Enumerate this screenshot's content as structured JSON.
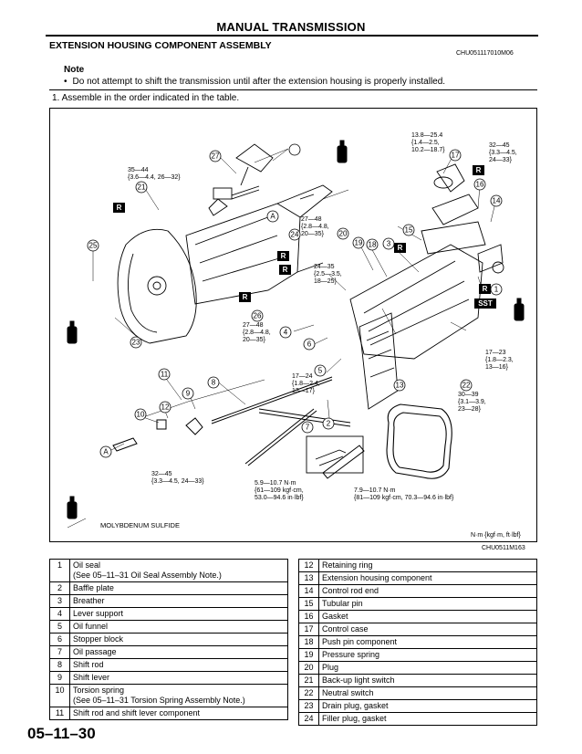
{
  "header": {
    "title": "MANUAL TRANSMISSION",
    "section_title": "EXTENSION HOUSING COMPONENT ASSEMBLY",
    "doc_code": "CHU051117010M06"
  },
  "note": {
    "label": "Note",
    "text": "Do not attempt to shift the transmission until after the extension housing is properly installed."
  },
  "step": "1. Assemble in the order indicated in the table.",
  "diagram": {
    "figure_code": "CHU0511M163",
    "unit_legend": "N·m {kgf·m, ft·lbf}",
    "lubricant_legend": "MOLYBDENUM SULFIDE",
    "r_marker": "R",
    "sst_marker": "SST",
    "a_marker": "A",
    "torques": {
      "t35_44": [
        "35—44",
        "{3.6—4.4, 26—32}"
      ],
      "t13_8": [
        "13.8—25.4",
        "{1.4—2.5,",
        "10.2—18.7}"
      ],
      "t32_45_top": [
        "32—45",
        "{3.3—4.5,",
        "24—33}"
      ],
      "t27_48_a": [
        "27—48",
        "{2.8—4.8,",
        "20—35}"
      ],
      "t24_35": [
        "24—35",
        "{2.5—3.5,",
        "18—25}"
      ],
      "t27_48_b": [
        "27—48",
        "{2.8—4.8,",
        "20—35}"
      ],
      "t17_23": [
        "17—23",
        "{1.8—2.3,",
        "13—16}"
      ],
      "t17_24": [
        "17—24",
        "{1.8—2.4,",
        "13—17}"
      ],
      "t30_39": [
        "30—39",
        "{3.1—3.9,",
        "23—28}"
      ],
      "t32_45_bottom": [
        "32—45",
        "{3.3—4.5, 24—33}"
      ],
      "t5_9": [
        "5.9—10.7 N·m",
        "{61—109 kgf·cm,",
        "53.0—94.6 in·lbf}"
      ],
      "t7_9": [
        "7.9—10.7 N·m",
        "{81—109 kgf·cm, 70.3—94.6 in·lbf}"
      ]
    },
    "callouts": [
      "1",
      "2",
      "3",
      "4",
      "5",
      "6",
      "7",
      "8",
      "9",
      "10",
      "11",
      "12",
      "13",
      "14",
      "15",
      "16",
      "17",
      "18",
      "19",
      "20",
      "21",
      "22",
      "23",
      "24",
      "25",
      "26",
      "27"
    ]
  },
  "parts_left": [
    {
      "no": "1",
      "name": "Oil seal",
      "sub": "(See 05–11–31 Oil Seal Assembly Note.)"
    },
    {
      "no": "2",
      "name": "Baffle plate"
    },
    {
      "no": "3",
      "name": "Breather"
    },
    {
      "no": "4",
      "name": "Lever support"
    },
    {
      "no": "5",
      "name": "Oil funnel"
    },
    {
      "no": "6",
      "name": "Stopper block"
    },
    {
      "no": "7",
      "name": "Oil passage"
    },
    {
      "no": "8",
      "name": "Shift rod"
    },
    {
      "no": "9",
      "name": "Shift lever"
    },
    {
      "no": "10",
      "name": "Torsion spring",
      "sub": "(See 05–11–31 Torsion Spring Assembly Note.)"
    },
    {
      "no": "11",
      "name": "Shift rod and shift lever component"
    }
  ],
  "parts_right": [
    {
      "no": "12",
      "name": "Retaining ring"
    },
    {
      "no": "13",
      "name": "Extension housing component"
    },
    {
      "no": "14",
      "name": "Control rod end"
    },
    {
      "no": "15",
      "name": "Tubular pin"
    },
    {
      "no": "16",
      "name": "Gasket"
    },
    {
      "no": "17",
      "name": "Control case"
    },
    {
      "no": "18",
      "name": "Push pin component"
    },
    {
      "no": "19",
      "name": "Pressure spring"
    },
    {
      "no": "20",
      "name": "Plug"
    },
    {
      "no": "21",
      "name": "Back-up light switch"
    },
    {
      "no": "22",
      "name": "Neutral switch"
    },
    {
      "no": "23",
      "name": "Drain plug, gasket"
    },
    {
      "no": "24",
      "name": "Filler plug, gasket"
    }
  ],
  "page_number": "05–11–30"
}
